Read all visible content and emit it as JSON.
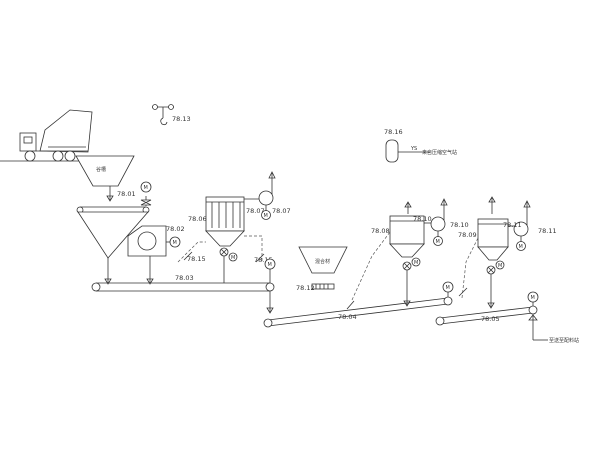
{
  "diagram": {
    "tags": {
      "t7801": "78.01",
      "t7802": "78.02",
      "t7803": "78.03",
      "t7804": "78.04",
      "t7805": "78.05",
      "t7806": "78.06",
      "t7807": "78.07",
      "t7807b": "78.07",
      "t7808": "78.08",
      "t7809": "78.09",
      "t7810": "78.10",
      "t7810b": "78.10",
      "t7811": "78.11",
      "t7811b": "78.11",
      "t7812": "78.12",
      "t7813": "78.13",
      "t7815a": "78.15",
      "t7815b": "78.15",
      "t7816": "78.16"
    },
    "labels": {
      "hopper_main": "谷槽",
      "hopper_mix": "混合材",
      "air_supply": "来自压缩空气站",
      "ys": "YS",
      "to_storage": "至送至配料站"
    },
    "motor_symbol": "M",
    "icons": {
      "truck": "dump-truck-icon",
      "crane": "crane-hook-icon",
      "motor": "motor-icon",
      "fan": "fan-icon",
      "valve": "rotary-valve-icon"
    },
    "colors": {
      "line": "#333333",
      "background": "#ffffff"
    }
  }
}
